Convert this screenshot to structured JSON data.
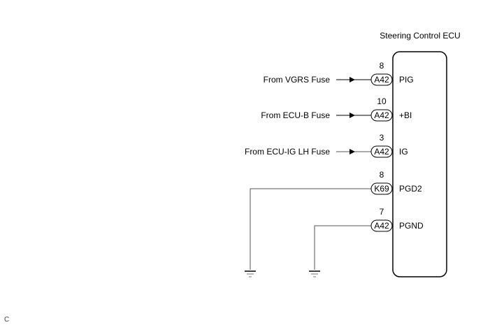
{
  "diagram": {
    "ecu": {
      "title": "Steering Control ECU"
    },
    "inputs": [
      {
        "source": "From VGRS Fuse",
        "connector": "A42",
        "pin": "8",
        "terminal": "PIG"
      },
      {
        "source": "From ECU-B Fuse",
        "connector": "A42",
        "pin": "10",
        "terminal": "+BI"
      },
      {
        "source": "From ECU-IG LH Fuse",
        "connector": "A42",
        "pin": "3",
        "terminal": "IG"
      }
    ],
    "grounds": [
      {
        "connector": "K69",
        "pin": "8",
        "terminal": "PGD2"
      },
      {
        "connector": "A42",
        "pin": "7",
        "terminal": "PGND"
      }
    ],
    "corner_label": "C"
  }
}
